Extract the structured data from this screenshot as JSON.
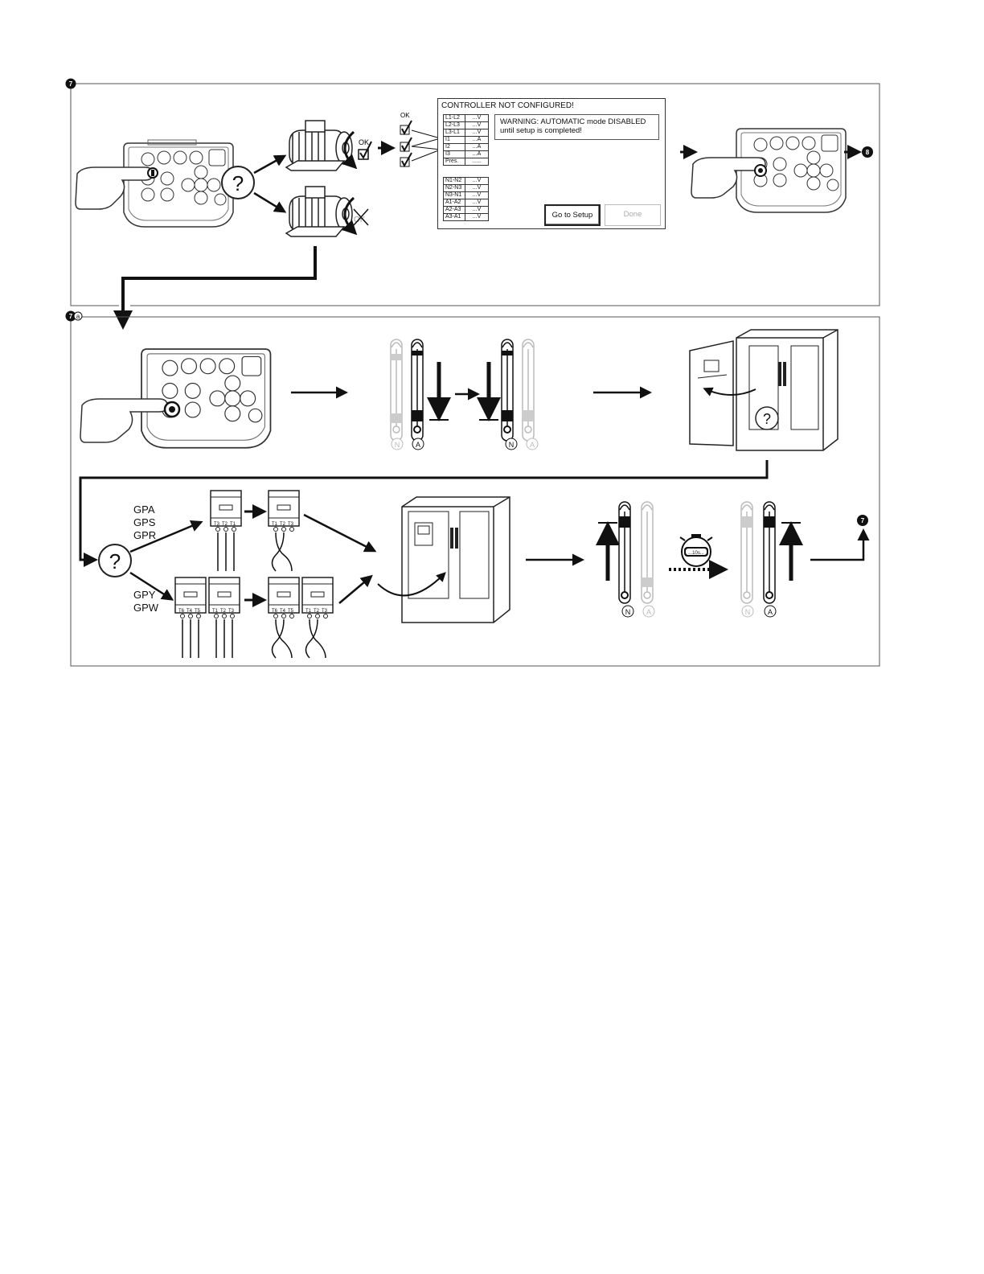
{
  "steps": {
    "step7": "7",
    "step7a_num": "7",
    "step7a_letter": "a",
    "next8": "8",
    "back7": "7"
  },
  "ok_labels": {
    "motor_ok": "OK",
    "check_ok": "OK"
  },
  "question_mark": "?",
  "dialog": {
    "title": "CONTROLLER NOT CONFIGURED!",
    "warning_line1": "WARNING: AUTOMATIC mode DISABLED",
    "warning_line2": "until setup is completed!",
    "table1": [
      {
        "key": "L1-L2",
        "value": "...V"
      },
      {
        "key": "L2-L3",
        "value": "...V"
      },
      {
        "key": "L3-L1",
        "value": "...V"
      },
      {
        "key": "I1",
        "value": "...A"
      },
      {
        "key": "I2",
        "value": "...A"
      },
      {
        "key": "I3",
        "value": "...A"
      },
      {
        "key": "Pres.",
        "value": "......"
      }
    ],
    "table2": [
      {
        "key": "N1-N2",
        "value": "...V"
      },
      {
        "key": "N2-N3",
        "value": "...V"
      },
      {
        "key": "N3-N1",
        "value": "...V"
      },
      {
        "key": "A1-A2",
        "value": "...V"
      },
      {
        "key": "A2-A3",
        "value": "...V"
      },
      {
        "key": "A3-A1",
        "value": "...V"
      }
    ],
    "go_to_setup_label": "Go to Setup",
    "done_label": "Done"
  },
  "switch_labels": {
    "normal": "N",
    "alternate": "A"
  },
  "timer_label": "...10s...",
  "models_group1": [
    "GPA",
    "GPS",
    "GPR"
  ],
  "models_group2": [
    "GPY",
    "GPW"
  ],
  "terminals": {
    "single_before": [
      "T3",
      "T2",
      "T1"
    ],
    "single_after": [
      "T1",
      "T2",
      "T3"
    ],
    "pair_before_a": [
      "T6",
      "T4",
      "T5"
    ],
    "pair_before_b": [
      "T1",
      "T2",
      "T3"
    ],
    "pair_after_a": [
      "T6",
      "T4",
      "T5"
    ],
    "pair_after_b": [
      "T1",
      "T2",
      "T3"
    ]
  },
  "colors": {
    "ink": "#111111",
    "faded": "#b8b8b8",
    "frame": "#555555"
  }
}
